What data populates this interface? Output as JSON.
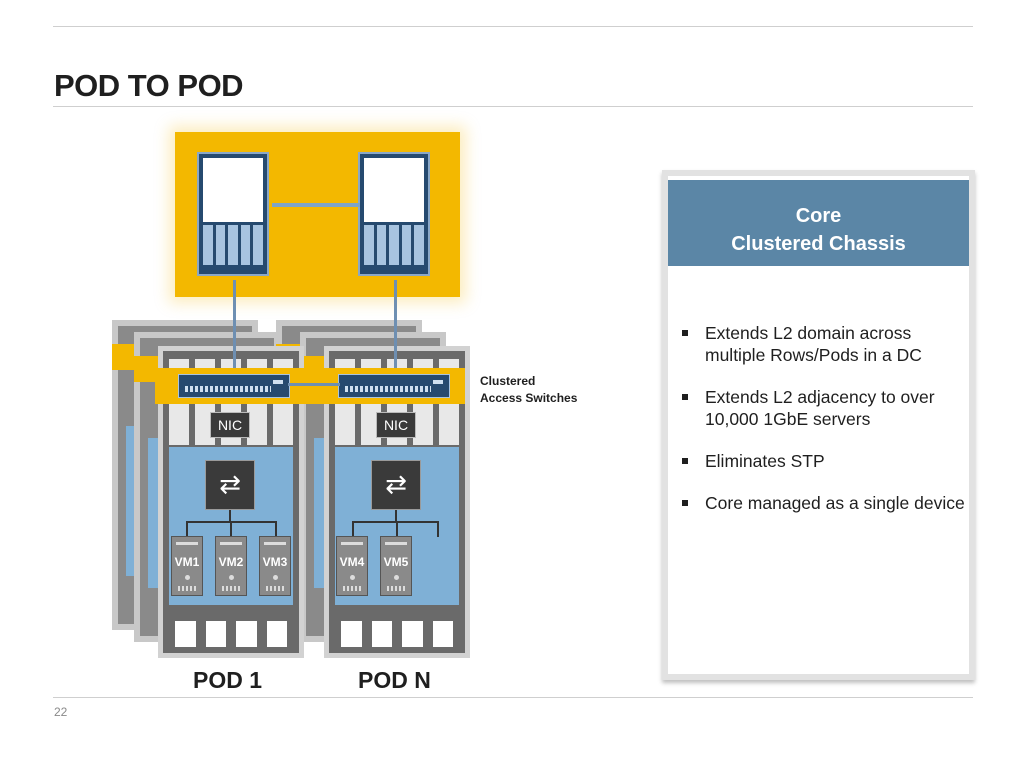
{
  "slide": {
    "title": "POD TO POD",
    "page_number": "22"
  },
  "diagram": {
    "access_label_line1": "Clustered",
    "access_label_line2": "Access Switches",
    "nic_label": "NIC",
    "pods": [
      {
        "label": "POD 1",
        "vms": [
          "VM1",
          "VM2",
          "VM3"
        ]
      },
      {
        "label": "POD N",
        "vms": [
          "VM4",
          "VM5"
        ]
      }
    ],
    "colors": {
      "core_band": "#f3b800",
      "switch_blue": "#264a6f",
      "pod_blue": "#7fb0d6",
      "card_header": "#5b86a6"
    }
  },
  "card": {
    "header_line1": "Core",
    "header_line2": "Clustered Chassis",
    "bullets": [
      "Extends L2 domain across multiple Rows/Pods in a DC",
      "Extends L2 adjacency to over 10,000 1GbE servers",
      "Eliminates STP",
      "Core managed as a single device"
    ]
  }
}
